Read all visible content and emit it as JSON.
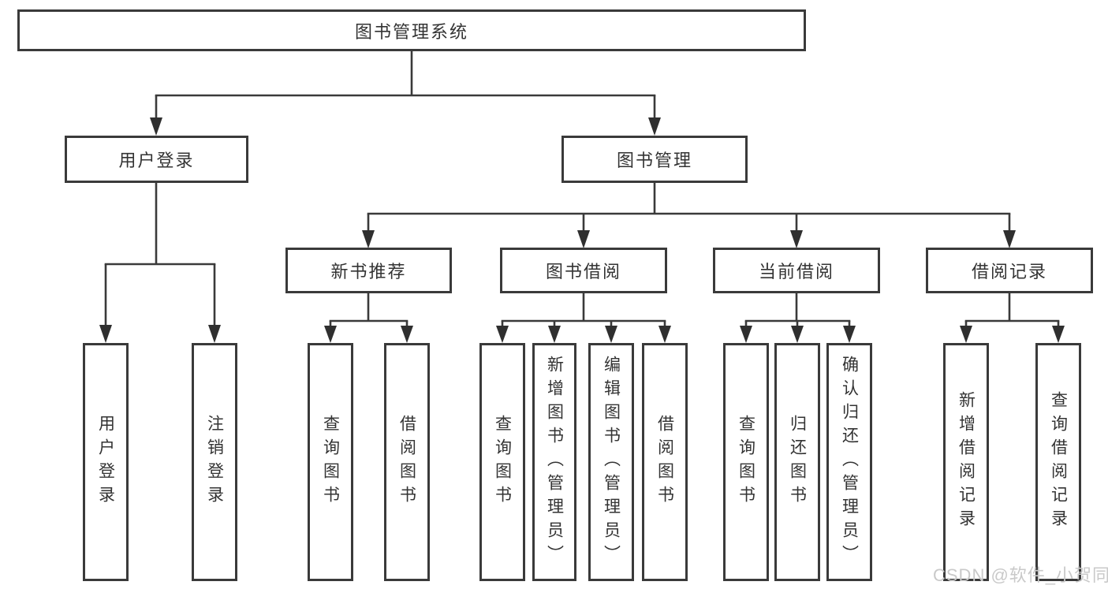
{
  "tree": {
    "root": {
      "label": "图书管理系统"
    },
    "branches": [
      {
        "label": "用户登录",
        "children": [
          {
            "label": "用户登录"
          },
          {
            "label": "注销登录"
          }
        ]
      },
      {
        "label": "图书管理",
        "groups": [
          {
            "label": "新书推荐",
            "children": [
              {
                "label": "查询图书"
              },
              {
                "label": "借阅图书"
              }
            ]
          },
          {
            "label": "图书借阅",
            "children": [
              {
                "label": "查询图书"
              },
              {
                "label": "新增图书（管理员）"
              },
              {
                "label": "编辑图书（管理员）"
              },
              {
                "label": "借阅图书"
              }
            ]
          },
          {
            "label": "当前借阅",
            "children": [
              {
                "label": "查询图书"
              },
              {
                "label": "归还图书"
              },
              {
                "label": "确认归还（管理员）"
              }
            ]
          },
          {
            "label": "借阅记录",
            "children": [
              {
                "label": "新增借阅记录"
              },
              {
                "label": "查询借阅记录"
              }
            ]
          }
        ]
      }
    ]
  },
  "watermark": {
    "text": "CSDN @软件_小贺同学"
  },
  "colors": {
    "line": "#3a3a3a",
    "text": "#333333",
    "watermark": "#c9c9c9",
    "background": "#ffffff"
  }
}
